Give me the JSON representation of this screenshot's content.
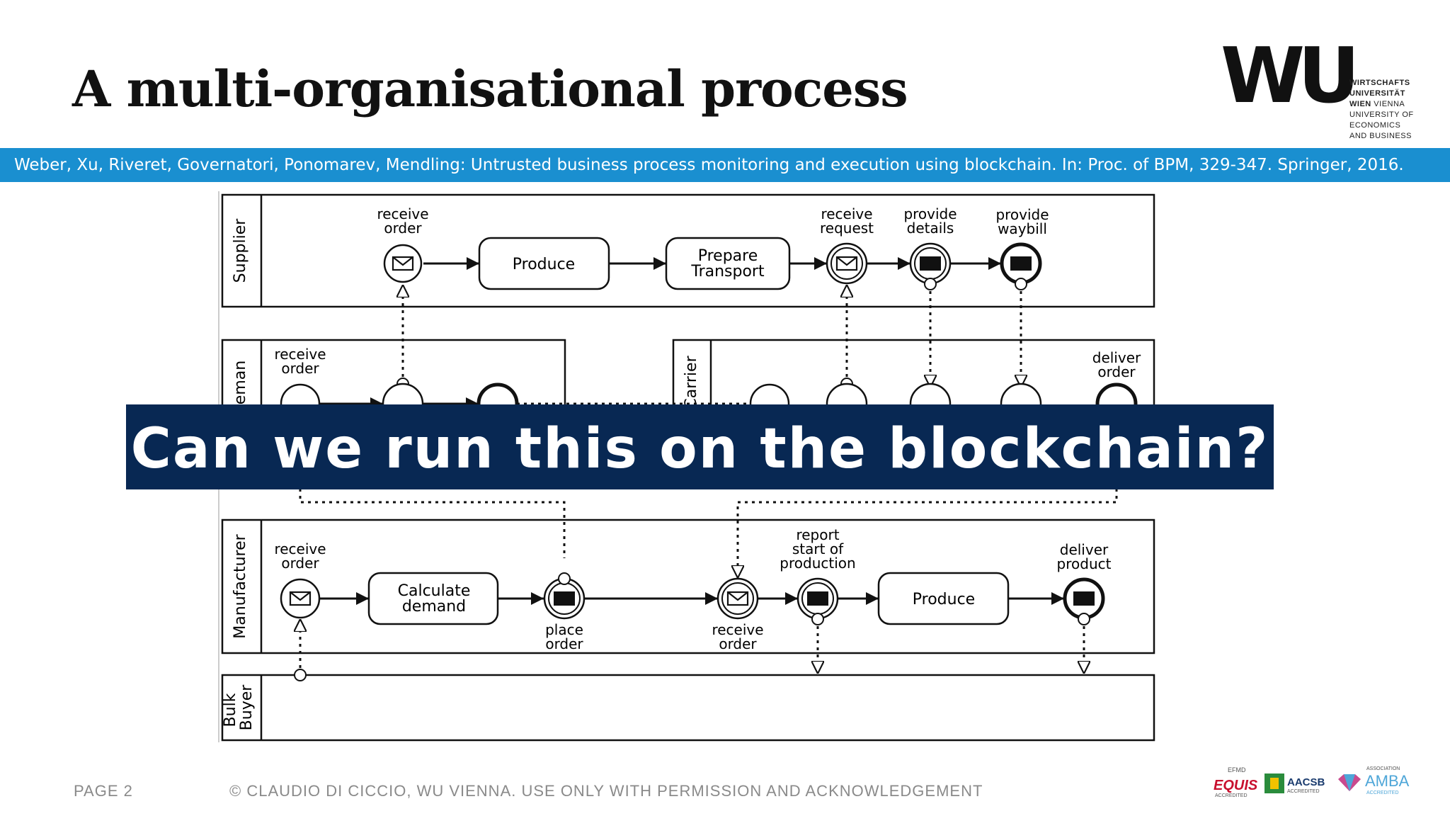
{
  "title": "A multi-organisational process",
  "logo": {
    "mark": "WU",
    "lines": [
      "WIRTSCHAFTS",
      "UNIVERSITÄT",
      "WIEN",
      "VIENNA",
      "UNIVERSITY OF",
      "ECONOMICS",
      "AND BUSINESS"
    ]
  },
  "citation": "Weber, Xu, Riveret, Governatori, Ponomarev, Mendling: Untrusted business process monitoring and execution using blockchain. In: Proc. of BPM, 329-347. Springer, 2016.",
  "diagram": {
    "pools": {
      "supplier": "Supplier",
      "middleman": "eman",
      "carrier": "Carrier",
      "manufacturer": "Manufacturer",
      "bulk_buyer_1": "Bulk",
      "bulk_buyer_2": "Buyer"
    },
    "supplier": {
      "receive_order": [
        "receive",
        "order"
      ],
      "produce": "Produce",
      "prepare_transport": [
        "Prepare",
        "Transport"
      ],
      "receive_request": [
        "receive",
        "request"
      ],
      "provide_details": [
        "provide",
        "details"
      ],
      "provide_waybill": [
        "provide",
        "waybill"
      ]
    },
    "middleman": {
      "receive_order": [
        "receive",
        "order"
      ]
    },
    "carrier": {
      "deliver_order": [
        "deliver",
        "order"
      ]
    },
    "manufacturer": {
      "receive_order": [
        "receive",
        "order"
      ],
      "calculate_demand": [
        "Calculate",
        "demand"
      ],
      "place_order": [
        "place",
        "order"
      ],
      "receive_order_2": [
        "receive",
        "order"
      ],
      "report_start": [
        "report",
        "start of",
        "production"
      ],
      "produce": "Produce",
      "deliver_product": [
        "deliver",
        "product"
      ]
    }
  },
  "banner": "Can we run this on the blockchain?",
  "footer": {
    "page": "PAGE 2",
    "copyright": "© CLAUDIO DI CICCIO, WU VIENNA. USE ONLY WITH PERMISSION AND ACKNOWLEDGEMENT"
  },
  "accreditations": {
    "efmd": "EFMD",
    "equis": "EQUIS",
    "equis_sub": "ACCREDITED",
    "aacsb": "AACSB",
    "aacsb_sub": "ACCREDITED",
    "amba_top": "ASSOCIATION",
    "amba": "AMBA",
    "amba_sub": "ACCREDITED"
  }
}
